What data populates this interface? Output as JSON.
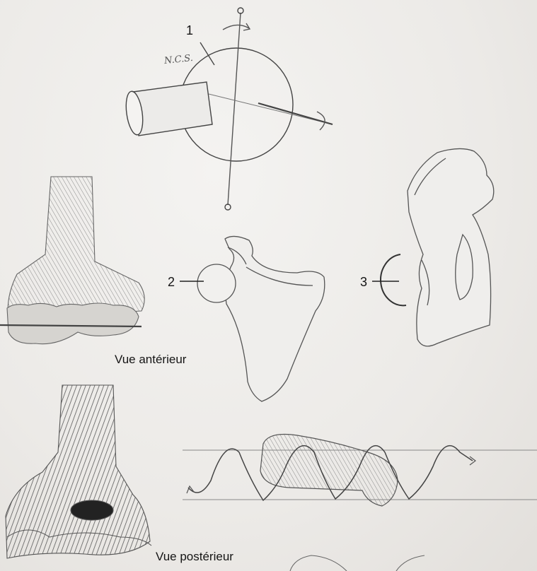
{
  "figure": {
    "labels": {
      "one": "1",
      "two": "2",
      "three": "3",
      "ncs": "N.C.S."
    },
    "captions": {
      "anterior": "Vue antérieur",
      "posterior": "Vue postérieur"
    }
  }
}
